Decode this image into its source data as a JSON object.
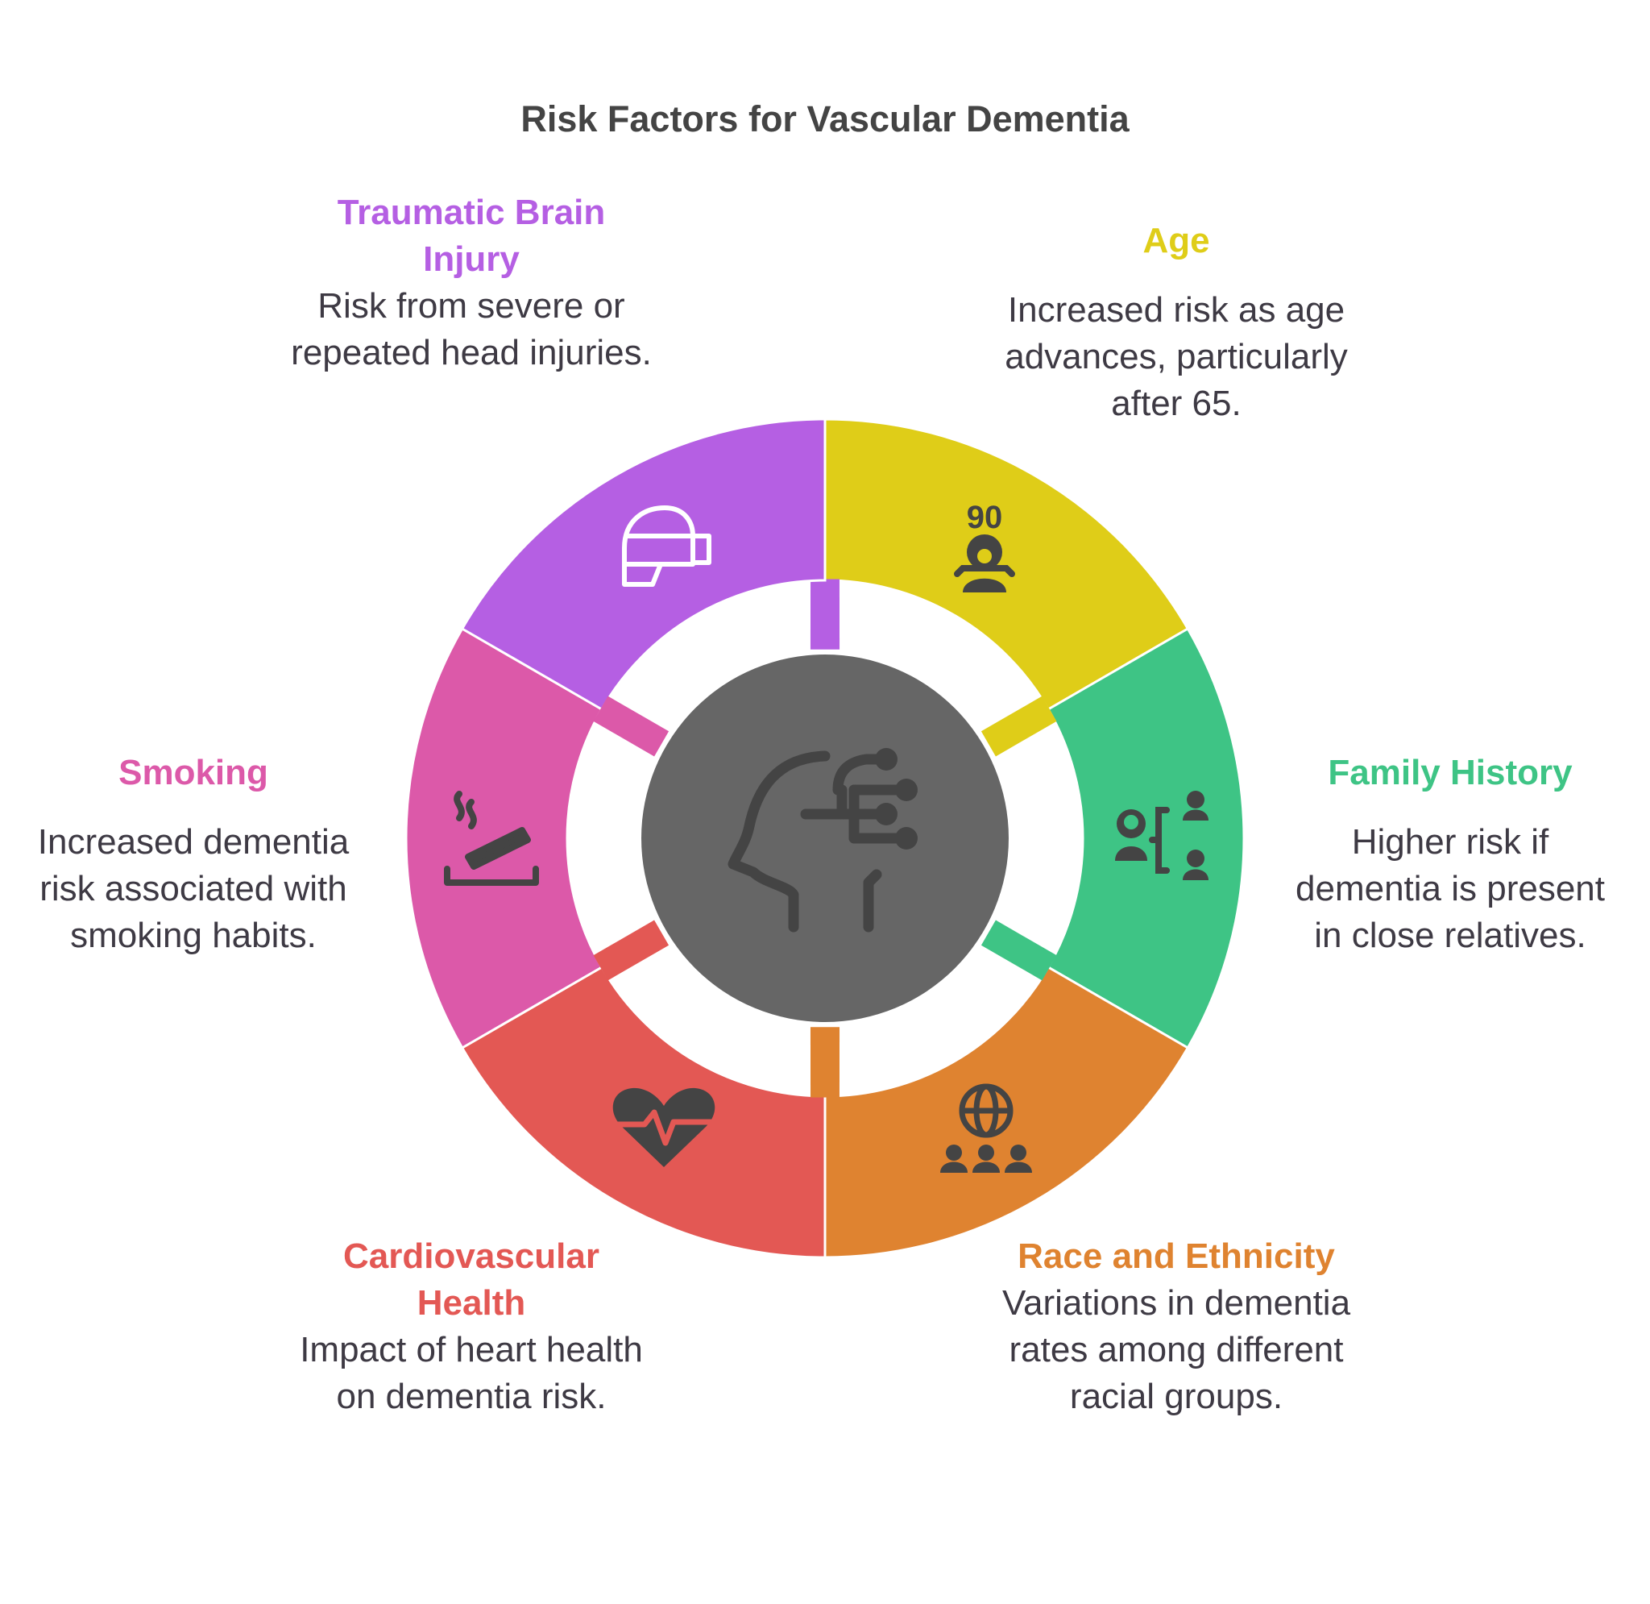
{
  "title": "Risk Factors for Vascular Dementia",
  "center_icon": "brain-network-head-icon",
  "colors": {
    "age": "#dfcd18",
    "family_history": "#3ec485",
    "race_ethnicity": "#df8330",
    "cardiovascular": "#e35854",
    "smoking": "#dc59a9",
    "tbi": "#b55fe3",
    "center": "#666666",
    "icon": "#444444"
  },
  "factors": [
    {
      "key": "age",
      "title": "Age",
      "description": "Increased risk as age advances, particularly after 65.",
      "icon": "elderly-person-90-icon",
      "icon_text": "90"
    },
    {
      "key": "family_history",
      "title": "Family History",
      "description": "Higher risk if dementia is present in close relatives.",
      "icon": "family-tree-icon"
    },
    {
      "key": "race_ethnicity",
      "title": "Race and Ethnicity",
      "description": "Variations in dementia rates among different racial groups.",
      "icon": "globe-people-icon"
    },
    {
      "key": "cardiovascular",
      "title": "Cardiovascular Health",
      "description": "Impact of heart health on dementia risk.",
      "icon": "heart-pulse-icon"
    },
    {
      "key": "smoking",
      "title": "Smoking",
      "description": "Increased dementia risk associated with smoking habits.",
      "icon": "cigarette-ashtray-icon"
    },
    {
      "key": "tbi",
      "title": "Traumatic Brain Injury",
      "description": "Risk from severe or repeated head injuries.",
      "icon": "helmet-icon"
    }
  ]
}
